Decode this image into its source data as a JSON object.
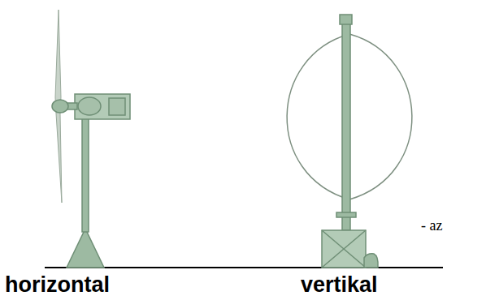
{
  "diagram": {
    "labels": [
      "horizontal",
      "vertikal",
      "- az"
    ]
  }
}
